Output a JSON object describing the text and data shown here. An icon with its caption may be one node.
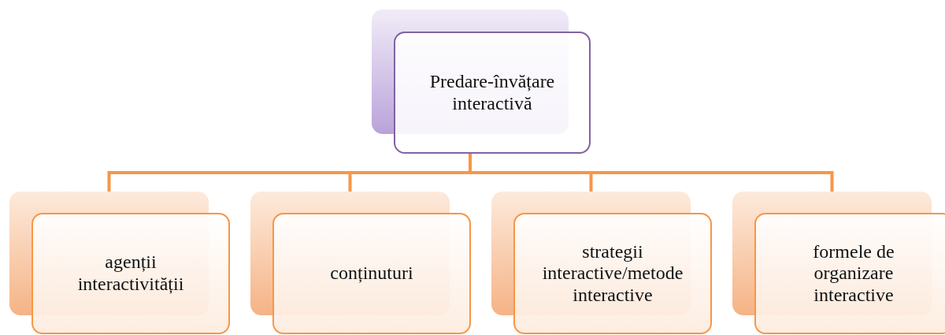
{
  "diagram": {
    "nodes": [
      {
        "text": [
          "Predare-învățare interactivă"
        ]
      },
      {
        "text": [
          "agenții interactivității"
        ]
      },
      {
        "text": [
          "conținuturi"
        ]
      },
      {
        "text": [
          "strategii interactive/metode interactive"
        ]
      },
      {
        "text": [
          "formele de organizare interactive"
        ]
      }
    ],
    "edges": [
      {
        "from": 0,
        "to": 1,
        "arrow": "none"
      },
      {
        "from": 0,
        "to": 2,
        "arrow": "none"
      },
      {
        "from": 0,
        "to": 3,
        "arrow": "none"
      },
      {
        "from": 0,
        "to": 4,
        "arrow": "none"
      }
    ]
  }
}
